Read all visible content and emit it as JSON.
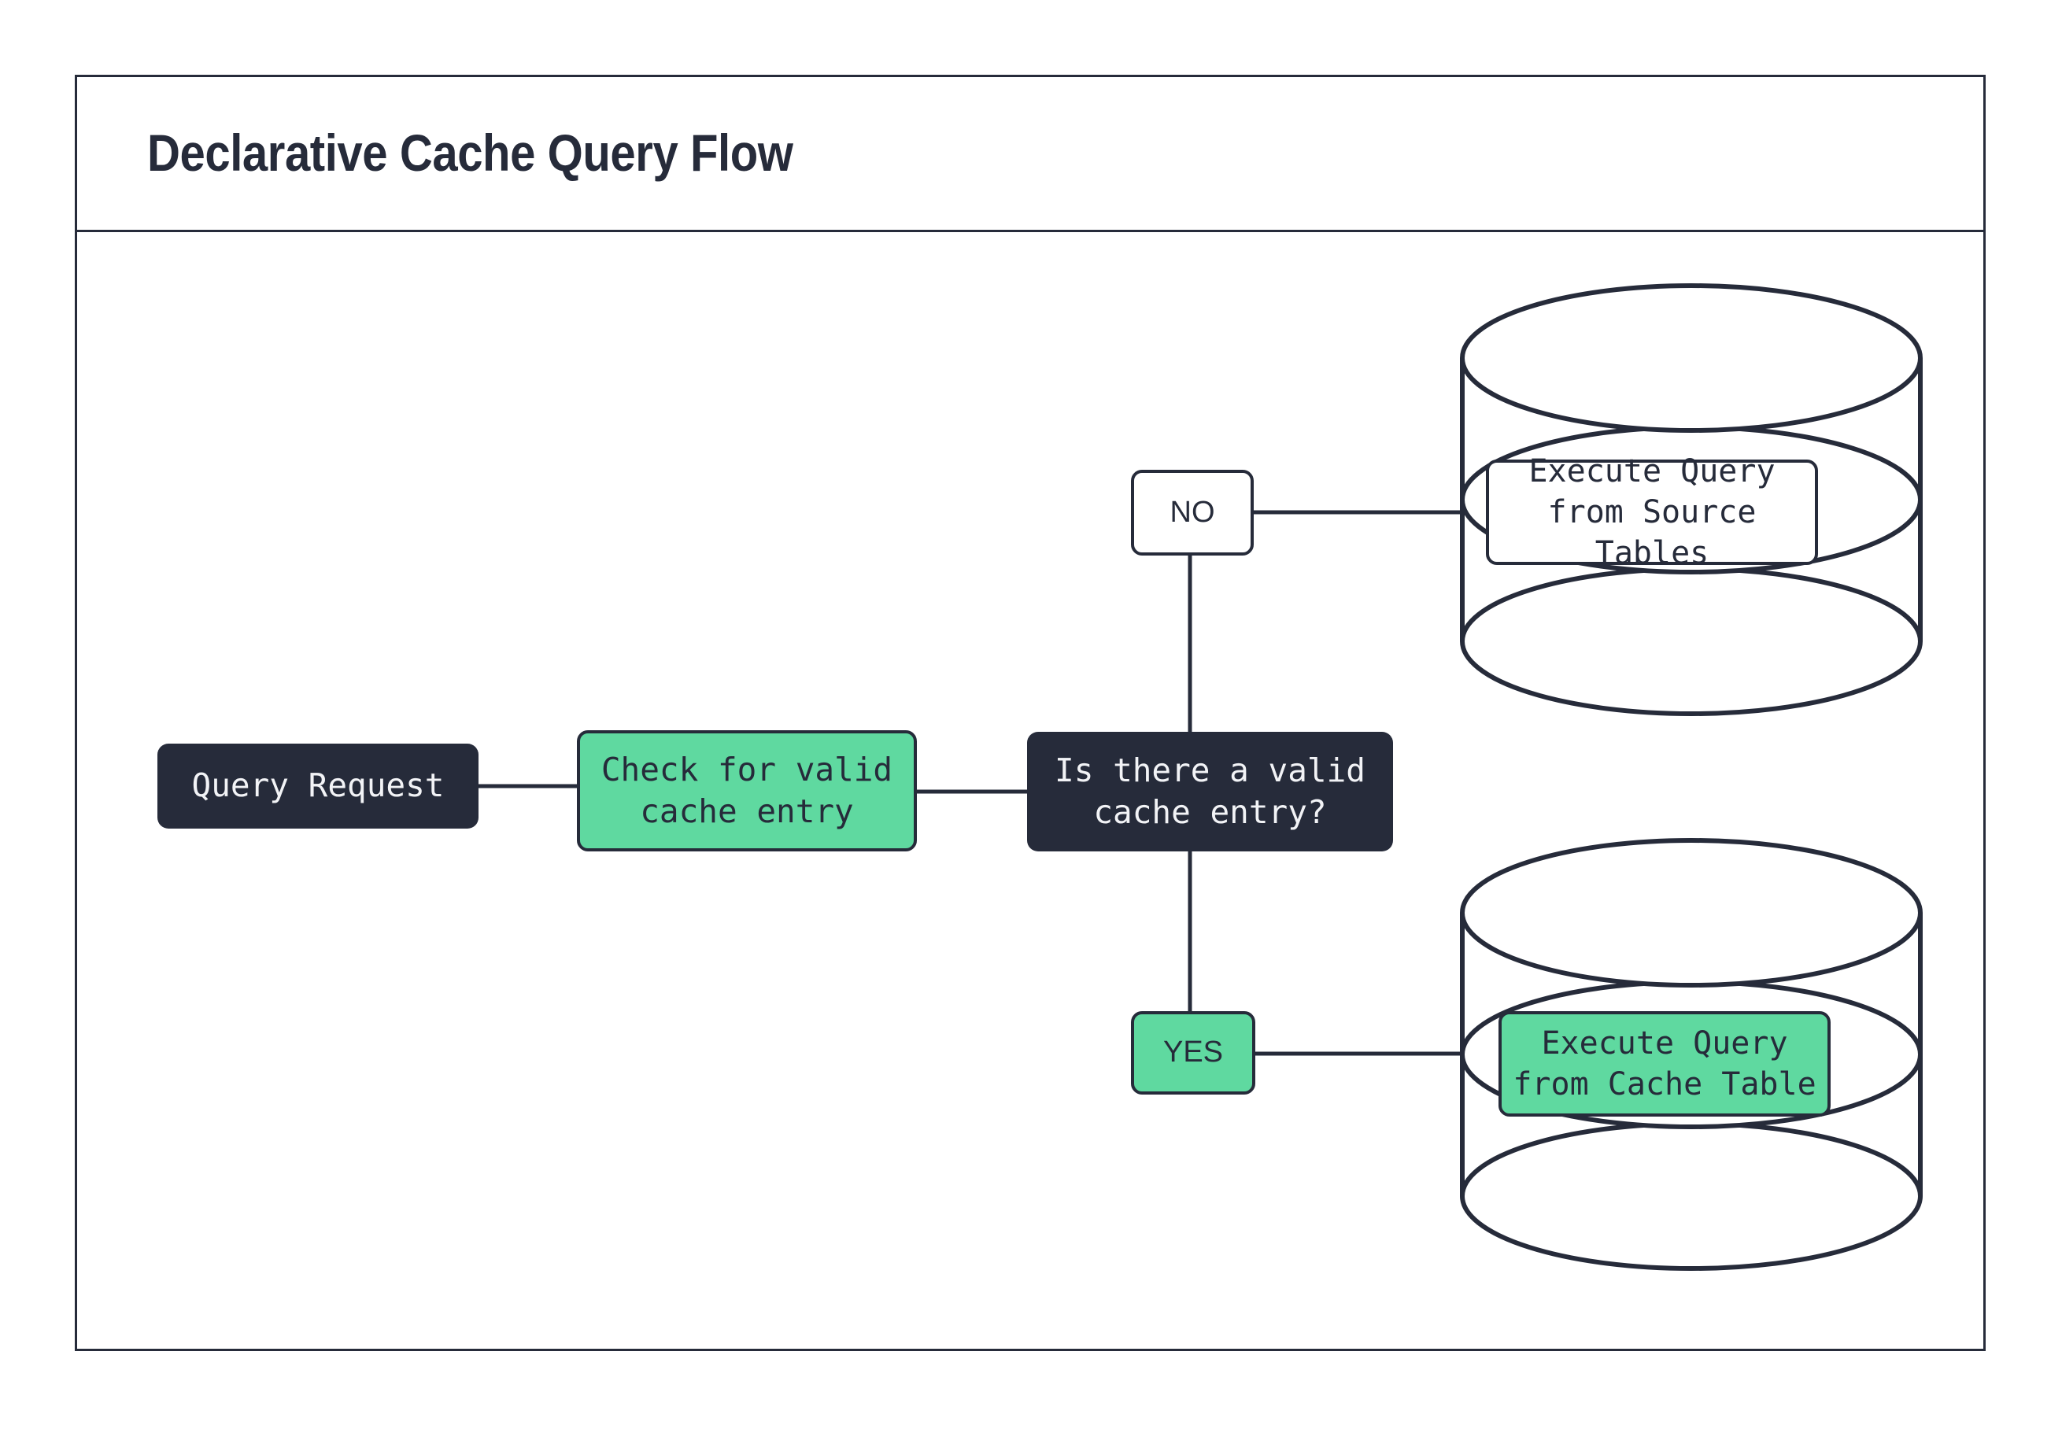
{
  "diagram": {
    "title": "Declarative Cache Query Flow",
    "colors": {
      "ink": "#262b3a",
      "accent_green": "#5fd9a0",
      "surface": "#ffffff",
      "dark_fill_text": "#f2f3f6"
    },
    "nodes": {
      "query_request": "Query Request",
      "check_cache": "Check for valid\ncache entry",
      "decision": "Is there a valid\ncache entry?",
      "branch_no": "NO",
      "branch_yes": "YES",
      "source_tables_action": "Execute Query\nfrom Source Tables",
      "cache_table_action": "Execute Query\nfrom Cache Table"
    },
    "database_shapes": {
      "source_database": "source-tables-database-cylinder",
      "cache_database": "cache-table-database-cylinder"
    },
    "edges": [
      {
        "from": "query_request",
        "to": "check_cache",
        "label": ""
      },
      {
        "from": "check_cache",
        "to": "decision",
        "label": ""
      },
      {
        "from": "decision",
        "to": "branch_no",
        "label": "NO"
      },
      {
        "from": "branch_no",
        "to": "source_tables_action",
        "label": ""
      },
      {
        "from": "decision",
        "to": "branch_yes",
        "label": "YES"
      },
      {
        "from": "branch_yes",
        "to": "cache_table_action",
        "label": ""
      }
    ]
  }
}
